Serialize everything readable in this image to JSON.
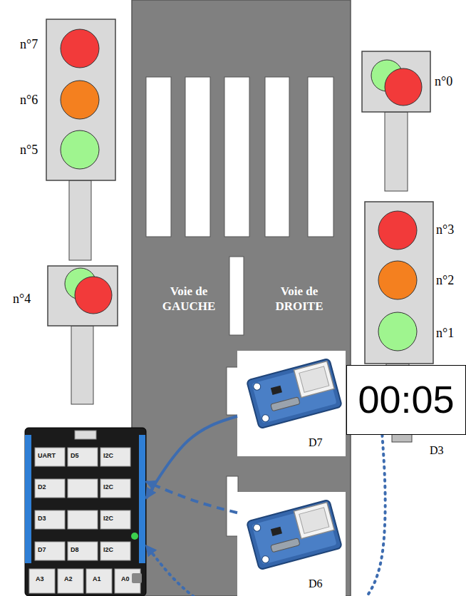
{
  "diagram": {
    "nodes": [
      {
        "text": [
          "D7"
        ]
      },
      {
        "text": [
          "00:05",
          "D3"
        ]
      },
      {
        "text": [
          "UART",
          "D5",
          "I2C",
          "D2",
          "I2C",
          "D3",
          "I2C",
          "D7",
          "D8",
          "I2C",
          "A3",
          "A2",
          "A1",
          "A0"
        ]
      },
      {
        "text": [
          "D6"
        ]
      }
    ],
    "edges": [
      {
        "from": 0,
        "to": 2,
        "arrow": "to"
      },
      {
        "from": 3,
        "to": 2,
        "arrow": "to"
      },
      {
        "from": 1,
        "to": 2,
        "arrow": "to"
      }
    ],
    "labels": [
      "n°7",
      "n°6",
      "n°5",
      "n°4",
      "n°0",
      "n°3",
      "n°2",
      "n°1",
      "Voie de GAUCHE",
      "Voie de DROITE"
    ]
  }
}
